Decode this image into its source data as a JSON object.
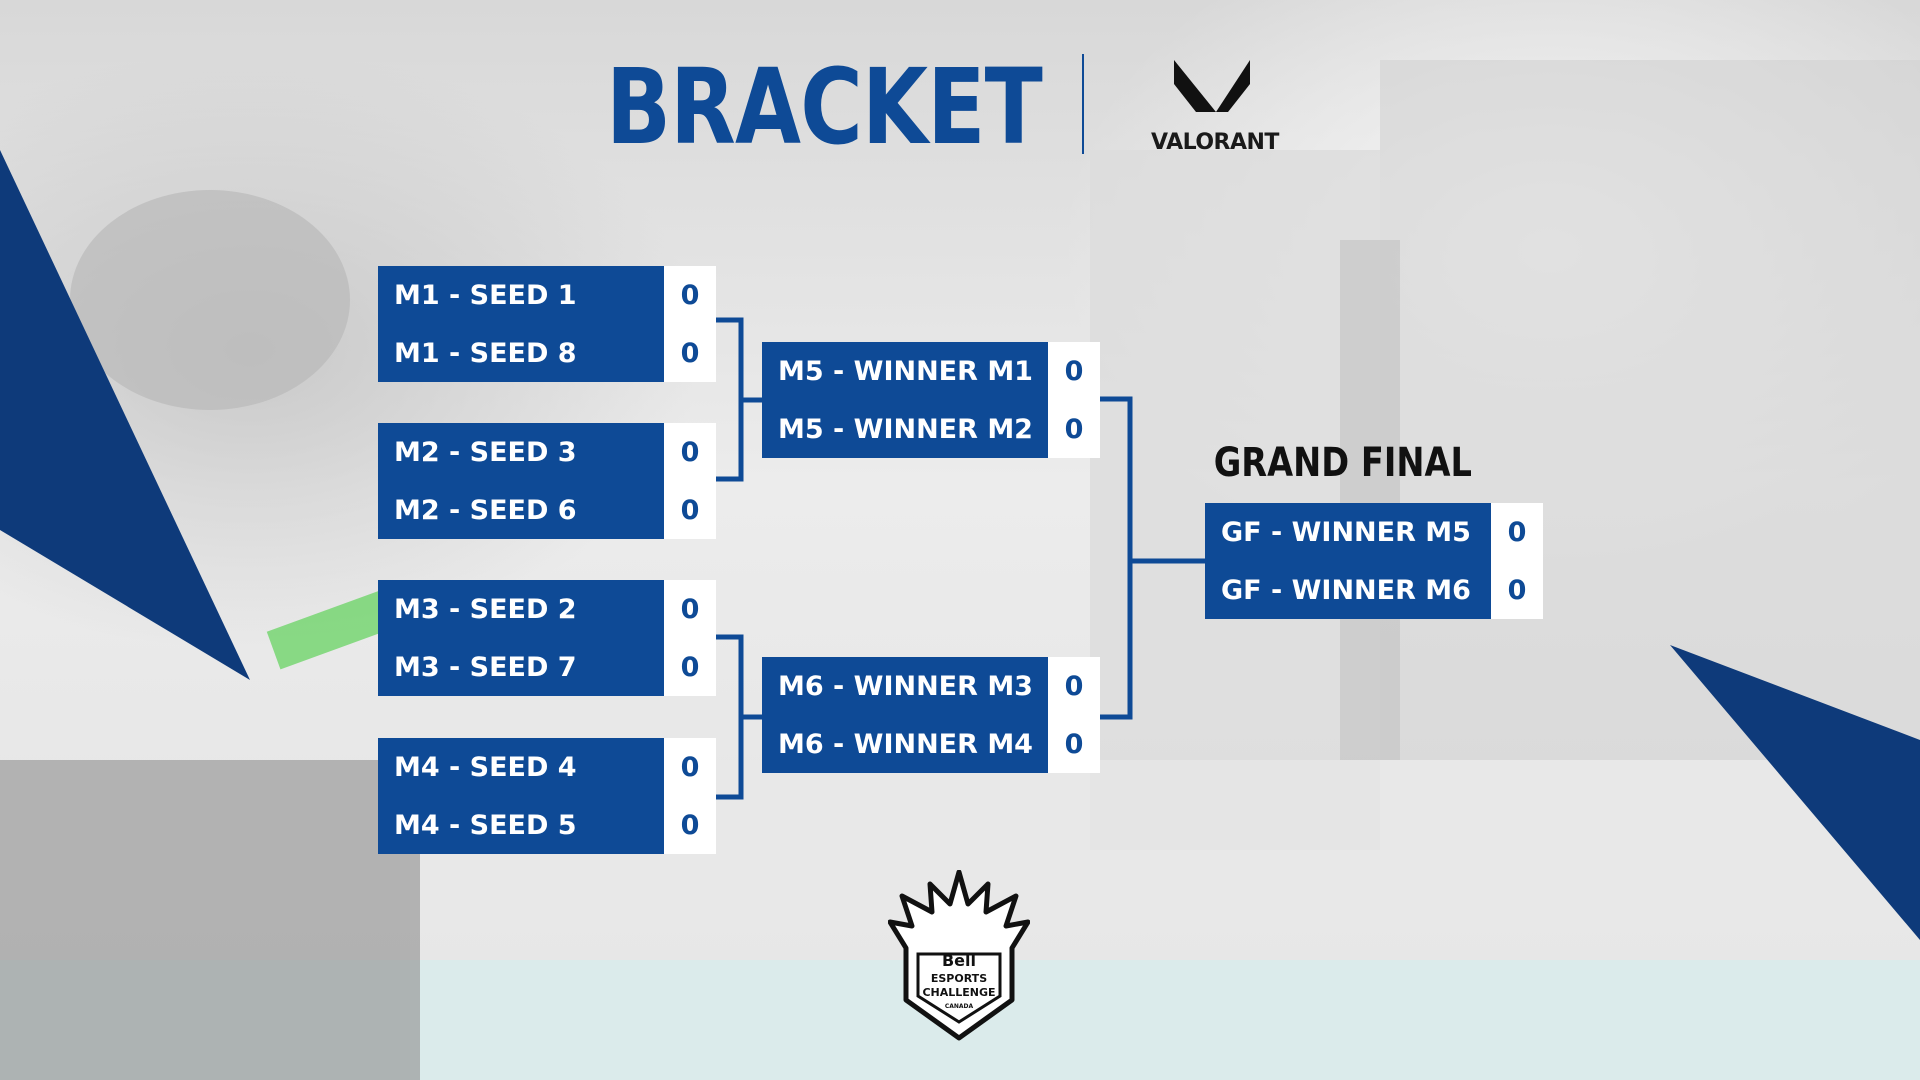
{
  "header": {
    "title": "BRACKET",
    "game_logo_text": "VALORANT"
  },
  "colors": {
    "primary": "#0e4a96",
    "score_bg": "#ffffff",
    "grand_final_label": "#111111"
  },
  "round1": [
    {
      "teams": [
        {
          "label": "M1 - SEED 1",
          "score": "0"
        },
        {
          "label": "M1 - SEED 8",
          "score": "0"
        }
      ]
    },
    {
      "teams": [
        {
          "label": "M2 - SEED 3",
          "score": "0"
        },
        {
          "label": "M2 - SEED 6",
          "score": "0"
        }
      ]
    },
    {
      "teams": [
        {
          "label": "M3 - SEED 2",
          "score": "0"
        },
        {
          "label": "M3 - SEED 7",
          "score": "0"
        }
      ]
    },
    {
      "teams": [
        {
          "label": "M4 - SEED 4",
          "score": "0"
        },
        {
          "label": "M4 - SEED 5",
          "score": "0"
        }
      ]
    }
  ],
  "round2": [
    {
      "teams": [
        {
          "label": "M5 - WINNER M1",
          "score": "0"
        },
        {
          "label": "M5 - WINNER M2",
          "score": "0"
        }
      ]
    },
    {
      "teams": [
        {
          "label": "M6 - WINNER M3",
          "score": "0"
        },
        {
          "label": "M6 - WINNER M4",
          "score": "0"
        }
      ]
    }
  ],
  "grand_final": {
    "label": "GRAND FINAL",
    "teams": [
      {
        "label": "GF - WINNER M5",
        "score": "0"
      },
      {
        "label": "GF - WINNER M6",
        "score": "0"
      }
    ]
  },
  "sponsor_badge": {
    "line1": "Bell",
    "line2": "ESPORTS",
    "line3": "CHALLENGE",
    "line4": "CANADA"
  }
}
